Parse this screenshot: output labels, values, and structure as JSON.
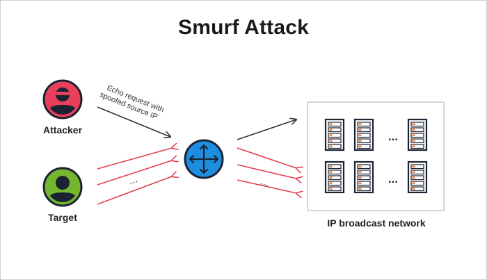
{
  "title": "Smurf Attack",
  "nodes": {
    "attacker": "Attacker",
    "target": "Target",
    "network": "IP broadcast network"
  },
  "annotation": {
    "line1": "Echo request with",
    "line2": "spoofed source IP"
  },
  "ellipsis": "...",
  "colors": {
    "attacker_circle": "#e8405a",
    "target_circle": "#74b72e",
    "router": "#1e8fe0",
    "reply_arrow": "#e0404f",
    "request_arrow": "#333333",
    "server_accent": "#f07b3a"
  }
}
